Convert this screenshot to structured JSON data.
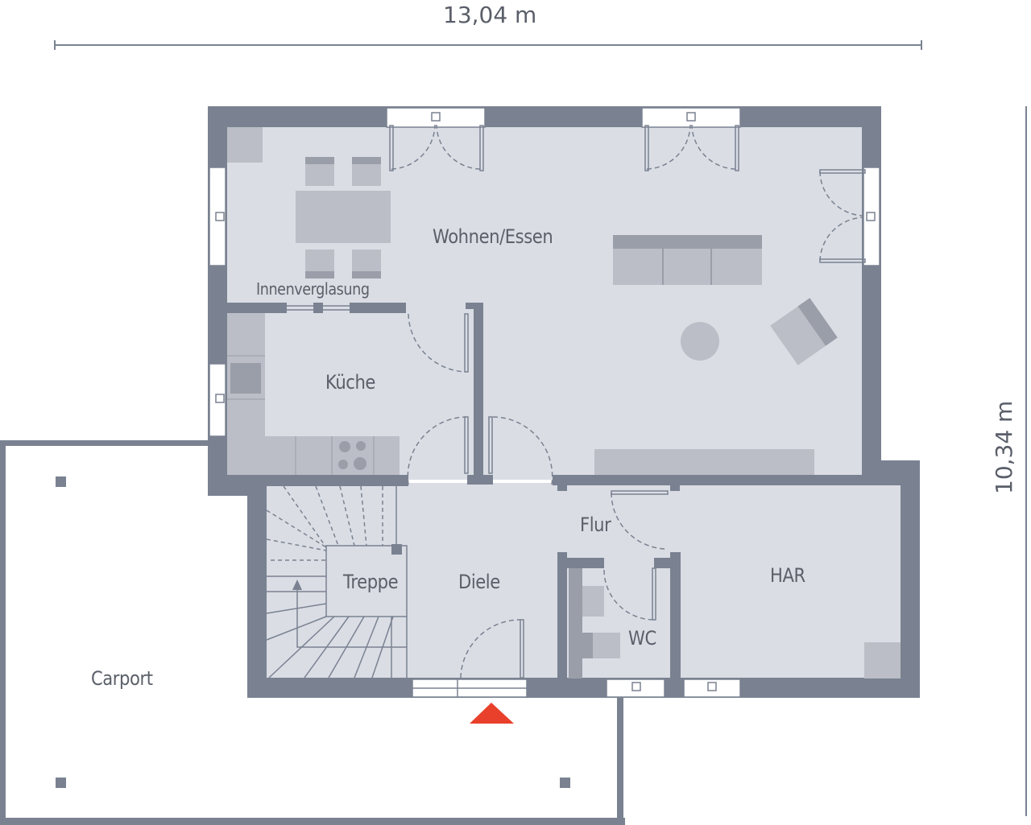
{
  "plan": {
    "width_dimension": "13,04 m",
    "height_dimension": "10,34 m",
    "rooms": [
      {
        "id": "wohnen",
        "label": "Wohnen/Essen"
      },
      {
        "id": "innenverglasung",
        "label": "Innenverglasung"
      },
      {
        "id": "kueche",
        "label": "Küche"
      },
      {
        "id": "treppe",
        "label": "Treppe"
      },
      {
        "id": "diele",
        "label": "Diele"
      },
      {
        "id": "flur",
        "label": "Flur"
      },
      {
        "id": "wc",
        "label": "WC"
      },
      {
        "id": "har",
        "label": "HAR"
      },
      {
        "id": "carport",
        "label": "Carport"
      }
    ],
    "colors": {
      "wall": "#7a8291",
      "floor": "#dadde4",
      "furniture": "#bbbec6",
      "furniture_dark": "#9a9ea8",
      "entrance_marker": "#e8402a",
      "text": "#5a5f69"
    },
    "icons": {
      "entrance": "red-triangle-up",
      "stair_direction": "arrow-up"
    }
  }
}
